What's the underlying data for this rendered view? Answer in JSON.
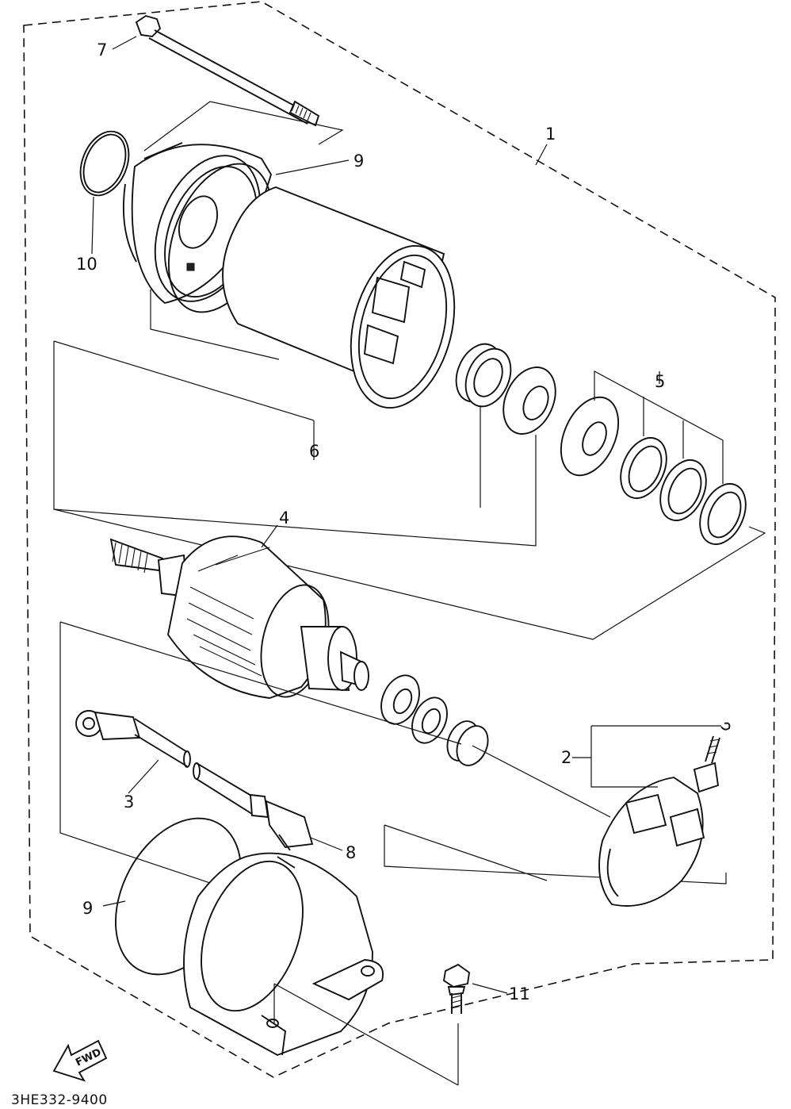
{
  "diagram": {
    "callouts": [
      {
        "id": "1",
        "label": "1"
      },
      {
        "id": "2",
        "label": "2"
      },
      {
        "id": "3",
        "label": "3"
      },
      {
        "id": "4",
        "label": "4"
      },
      {
        "id": "5",
        "label": "5"
      },
      {
        "id": "6",
        "label": "6"
      },
      {
        "id": "7",
        "label": "7"
      },
      {
        "id": "8",
        "label": "8"
      },
      {
        "id": "9a",
        "label": "9"
      },
      {
        "id": "9b",
        "label": "9"
      },
      {
        "id": "10",
        "label": "10"
      },
      {
        "id": "11",
        "label": "11"
      }
    ],
    "fwd_label": "FWD",
    "part_code": "3HE332-9400"
  }
}
